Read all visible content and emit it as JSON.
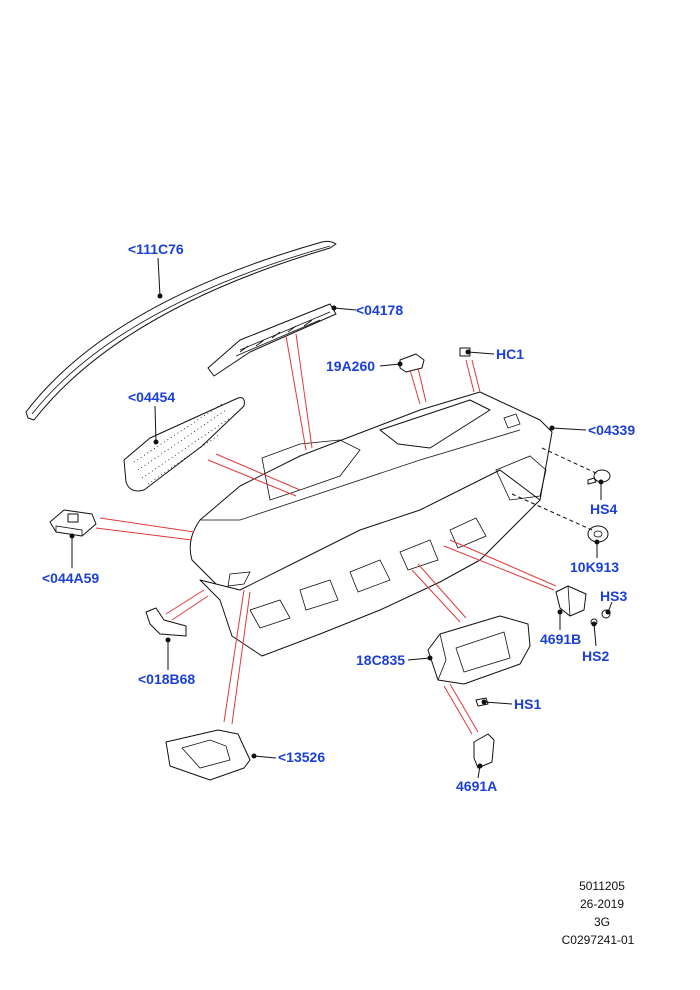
{
  "callouts": {
    "c111C76": "<111C76",
    "c04178": "<04178",
    "c19A260": "19A260",
    "cHC1": "HC1",
    "c04454": "<04454",
    "c04339": "<04339",
    "cHS4": "HS4",
    "c044A59": "<044A59",
    "c10K913": "10K913",
    "cHS3": "HS3",
    "c4691B": "4691B",
    "cHS2": "HS2",
    "c018B68": "<018B68",
    "c18C835": "18C835",
    "cHS1": "HS1",
    "c13526": "<13526",
    "c4691A": "4691A"
  },
  "reference": {
    "line1": "5011205",
    "line2": "26-2019",
    "line3": "3G",
    "line4": "C0297241-01"
  },
  "colors": {
    "callout": "#1a3fd6",
    "leader": "#111111",
    "assembly_line": "#e03a3a"
  }
}
